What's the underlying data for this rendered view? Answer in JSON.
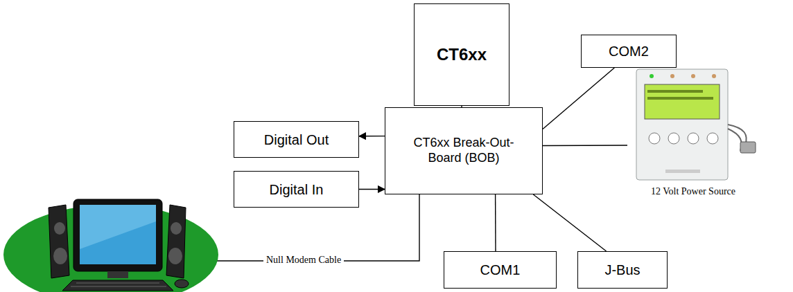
{
  "diagram": {
    "nodes": [
      {
        "text": [
          "CT6xx"
        ]
      },
      {
        "text": [
          "COM2"
        ]
      },
      {
        "text": [
          "Digital Out"
        ]
      },
      {
        "text": [
          "CT6xx Break-Out-Board (BOB)"
        ]
      },
      {
        "text": [
          "12 Volt Power Source"
        ]
      },
      {
        "text": [
          "Digital In"
        ]
      },
      {
        "text": [
          "COM1"
        ]
      },
      {
        "text": [
          "J-Bus"
        ]
      }
    ],
    "edges": [
      {
        "from": 0,
        "to": 3,
        "arrow": "none"
      },
      {
        "from": 3,
        "to": 1,
        "arrow": "none"
      },
      {
        "from": 3,
        "to": 2,
        "arrow": "to"
      },
      {
        "from": 5,
        "to": 3,
        "arrow": "to"
      },
      {
        "from": 3,
        "to": 4,
        "arrow": "none"
      },
      {
        "from": 3,
        "to": 6,
        "arrow": "none"
      },
      {
        "from": 3,
        "to": 7,
        "arrow": "none"
      }
    ],
    "labels": [
      "Null Modem Cable"
    ]
  }
}
